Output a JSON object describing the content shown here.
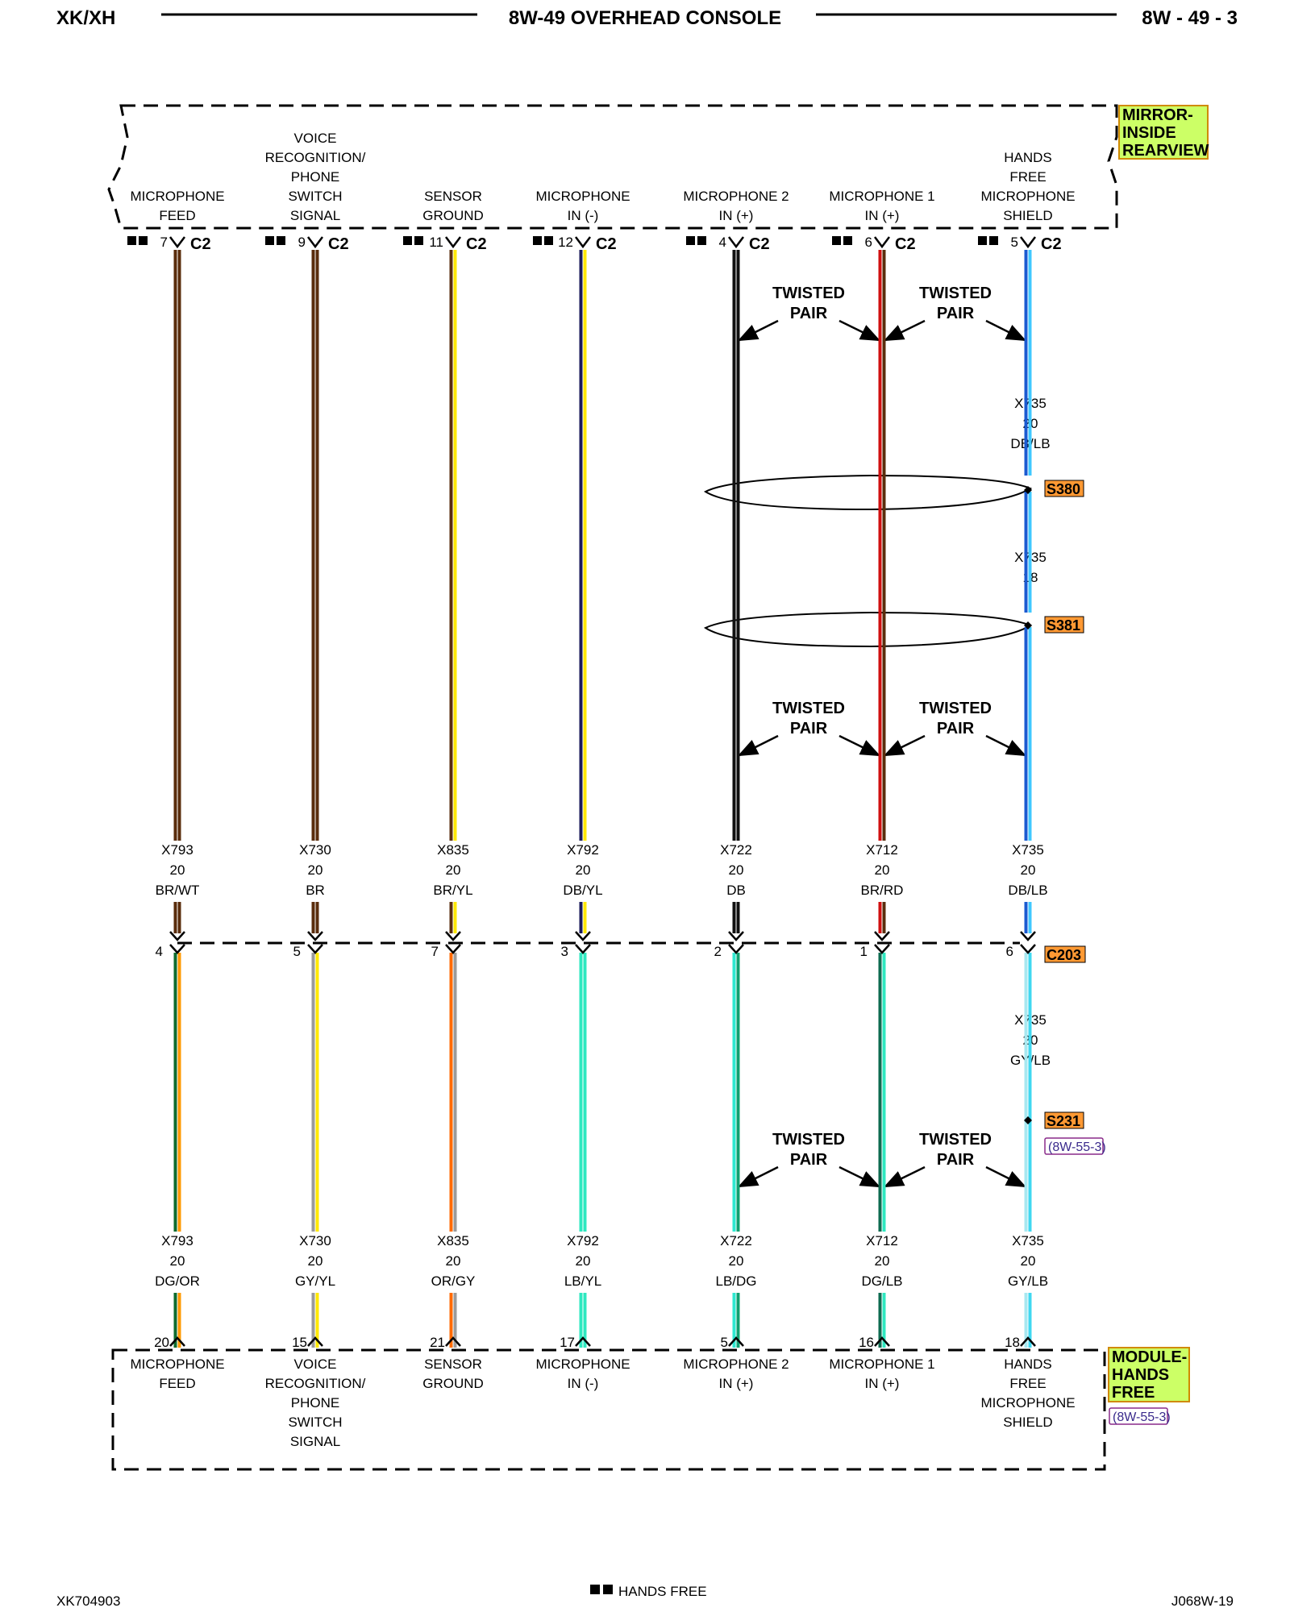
{
  "header": {
    "left": "XK/XH",
    "center": "8W-49 OVERHEAD CONSOLE",
    "right": "8W - 49 - 3"
  },
  "footer": {
    "left": "XK704903",
    "center": "HANDS FREE",
    "right": "J068W-19"
  },
  "components": {
    "top": {
      "name_lines": [
        "MIRROR-",
        "INSIDE",
        "REARVIEW"
      ]
    },
    "bottom": {
      "name_lines": [
        "MODULE-",
        "HANDS",
        "FREE"
      ],
      "ref": "(8W-55-3)"
    }
  },
  "top_connector": "C2",
  "inline_connector": "C203",
  "splices": [
    {
      "id": "S380"
    },
    {
      "id": "S381"
    },
    {
      "id": "S231",
      "ref": "(8W-55-3)"
    }
  ],
  "twisted_pair_label": [
    "TWISTED",
    "PAIR"
  ],
  "circuits": [
    {
      "top_label": [
        "MICROPHONE",
        "FEED"
      ],
      "bottom_label": [
        "MICROPHONE",
        "FEED"
      ],
      "c2_pin": "7",
      "c203_pin": "4",
      "module_pin": "20",
      "upper": {
        "circuit": "X793",
        "gauge": "20",
        "color_code": "BR/WT"
      },
      "lower": {
        "circuit": "X793",
        "gauge": "20",
        "color_code": "DG/OR"
      },
      "upper_colors": [
        "#5a2d0c",
        "#5a2d0c"
      ],
      "lower_colors": [
        "#0e6b2e",
        "#ff9900"
      ]
    },
    {
      "top_label": [
        "VOICE",
        "RECOGNITION/",
        "PHONE",
        "SWITCH",
        "SIGNAL"
      ],
      "bottom_label": [
        "VOICE",
        "RECOGNITION/",
        "PHONE",
        "SWITCH",
        "SIGNAL"
      ],
      "c2_pin": "9",
      "c203_pin": "5",
      "module_pin": "15",
      "upper": {
        "circuit": "X730",
        "gauge": "20",
        "color_code": "BR"
      },
      "lower": {
        "circuit": "X730",
        "gauge": "20",
        "color_code": "GY/YL"
      },
      "upper_colors": [
        "#5a2d0c",
        "#5a2d0c"
      ],
      "lower_colors": [
        "#9a9a9a",
        "#ffe800"
      ]
    },
    {
      "top_label": [
        "SENSOR",
        "GROUND"
      ],
      "bottom_label": [
        "SENSOR",
        "GROUND"
      ],
      "c2_pin": "11",
      "c203_pin": "7",
      "module_pin": "21",
      "upper": {
        "circuit": "X835",
        "gauge": "20",
        "color_code": "BR/YL"
      },
      "lower": {
        "circuit": "X835",
        "gauge": "20",
        "color_code": "OR/GY"
      },
      "upper_colors": [
        "#5a2d0c",
        "#ffe800"
      ],
      "lower_colors": [
        "#ff6a00",
        "#9a9a9a"
      ]
    },
    {
      "top_label": [
        "MICROPHONE",
        "IN (-)"
      ],
      "bottom_label": [
        "MICROPHONE",
        "IN (-)"
      ],
      "c2_pin": "12",
      "c203_pin": "3",
      "module_pin": "17",
      "upper": {
        "circuit": "X792",
        "gauge": "20",
        "color_code": "DB/YL"
      },
      "lower": {
        "circuit": "X792",
        "gauge": "20",
        "color_code": "LB/YL"
      },
      "upper_colors": [
        "#1a1a5a",
        "#ffe800"
      ],
      "lower_colors": [
        "#2ee8c0",
        "#2ee8c0"
      ]
    },
    {
      "top_label": [
        "MICROPHONE 2",
        "IN (+)"
      ],
      "bottom_label": [
        "MICROPHONE 2",
        "IN (+)"
      ],
      "c2_pin": "4",
      "c203_pin": "2",
      "module_pin": "5",
      "upper": {
        "circuit": "X722",
        "gauge": "20",
        "color_code": "DB"
      },
      "lower": {
        "circuit": "X722",
        "gauge": "20",
        "color_code": "LB/DG"
      },
      "upper_colors": [
        "#111111",
        "#111111"
      ],
      "lower_colors": [
        "#2ee8d0",
        "#10a070"
      ]
    },
    {
      "top_label": [
        "MICROPHONE 1",
        "IN (+)"
      ],
      "bottom_label": [
        "MICROPHONE 1",
        "IN (+)"
      ],
      "c2_pin": "6",
      "c203_pin": "1",
      "module_pin": "16",
      "upper": {
        "circuit": "X712",
        "gauge": "20",
        "color_code": "BR/RD"
      },
      "lower": {
        "circuit": "X712",
        "gauge": "20",
        "color_code": "DG/LB"
      },
      "upper_colors": [
        "#d01010",
        "#5a2d0c"
      ],
      "lower_colors": [
        "#0e6b50",
        "#2ee8c0"
      ]
    },
    {
      "top_label": [
        "HANDS",
        "FREE",
        "MICROPHONE",
        "SHIELD"
      ],
      "bottom_label": [
        "HANDS",
        "FREE",
        "MICROPHONE",
        "SHIELD"
      ],
      "c2_pin": "5",
      "c203_pin": "6",
      "module_pin": "18",
      "upper": {
        "circuit": "X735",
        "gauge": "20",
        "color_code": "DB/LB"
      },
      "lower": {
        "circuit": "X735",
        "gauge": "20",
        "color_code": "GY/LB"
      },
      "upper_colors": [
        "#1a5ad0",
        "#40c8ff"
      ],
      "lower_colors": [
        "#a8e8f0",
        "#40d8f0"
      ]
    }
  ],
  "shield_segments": [
    {
      "circuit": "X735",
      "gauge": "20",
      "color_code": "DB/LB"
    },
    {
      "circuit": "X735",
      "gauge": "18"
    },
    {
      "circuit": "X735",
      "gauge": "20",
      "color_code": "GY/LB"
    }
  ],
  "colors": {
    "label_box": "#ccff66",
    "label_border": "#d08a00",
    "splice_box": "#ff9933",
    "ref_text": "#3a2a8c"
  }
}
